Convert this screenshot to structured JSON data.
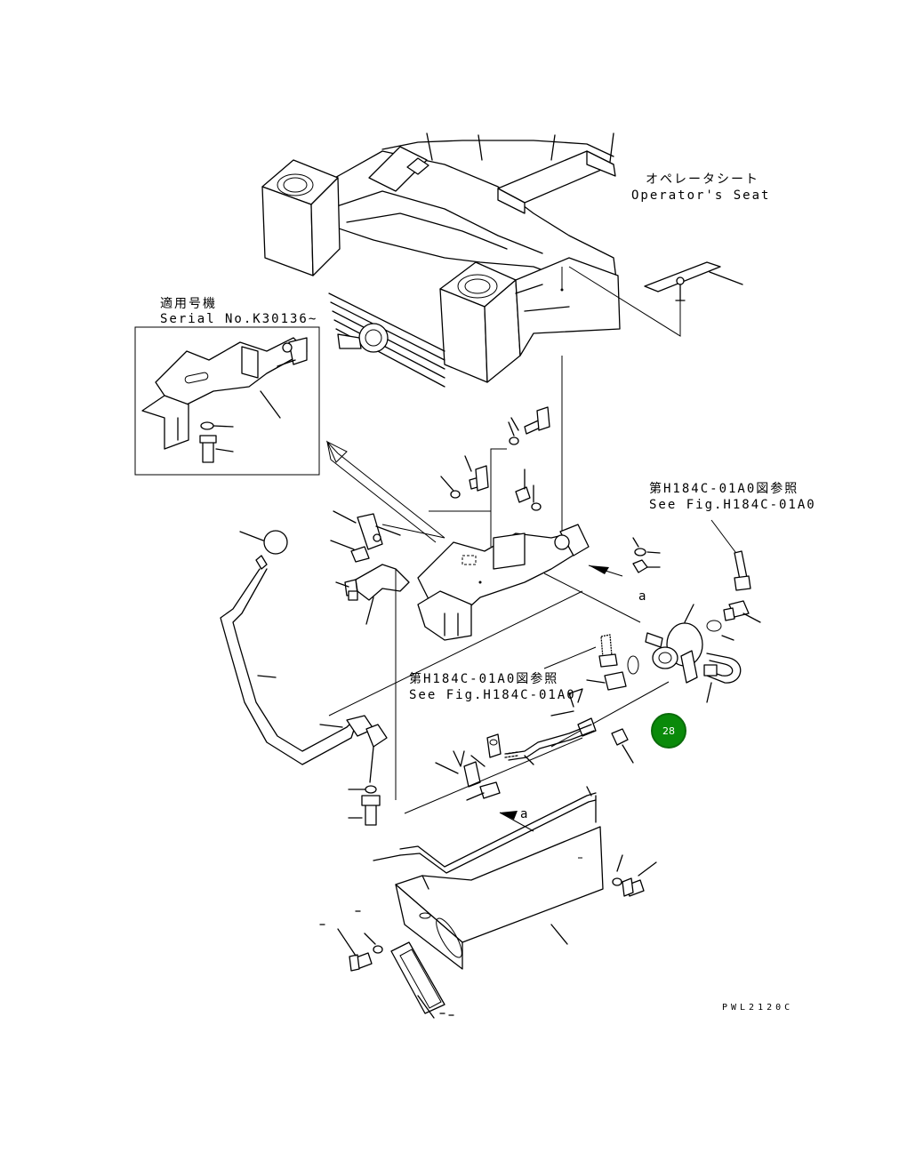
{
  "labels": {
    "seat_jp": "オペレータシート",
    "seat_en": "Operator's Seat",
    "serial_jp": "適用号機",
    "serial_en": "Serial No.K30136~",
    "ref1_jp": "第H184C-01A0図参照",
    "ref1_en": "See Fig.H184C-01A0",
    "ref2_jp": "第H184C-01A0図参照",
    "ref2_en": "See Fig.H184C-01A0",
    "arrow_a1": "a",
    "arrow_a2": "a",
    "drawing_code": "PWL2120C"
  },
  "callout": {
    "number": "28",
    "fill": "#0a8a0a",
    "stroke": "#0b6b0b"
  }
}
